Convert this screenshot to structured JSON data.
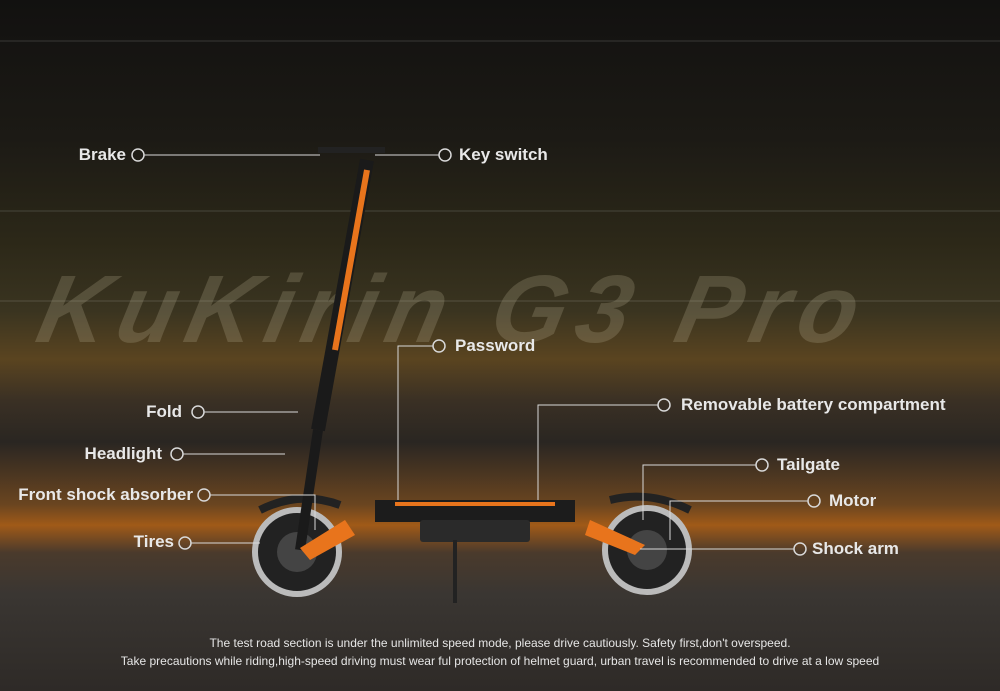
{
  "watermark": "KuKirin G3 Pro",
  "callouts": {
    "brake": "Brake",
    "key_switch": "Key switch",
    "password": "Password",
    "fold": "Fold",
    "headlight": "Headlight",
    "front_shock": "Front shock absorber",
    "tires": "Tires",
    "battery": "Removable battery compartment",
    "tailgate": "Tailgate",
    "motor": "Motor",
    "shock_arm": "Shock arm"
  },
  "disclaimer": {
    "line1": "The test road section is under the unlimited speed mode, please drive cautiously. Safety first,don't overspeed.",
    "line2": "Take precautions while riding,high-speed driving must wear ful protection of helmet guard, urban travel is recommended to drive at a low speed"
  },
  "colors": {
    "accent": "#e8741c"
  }
}
